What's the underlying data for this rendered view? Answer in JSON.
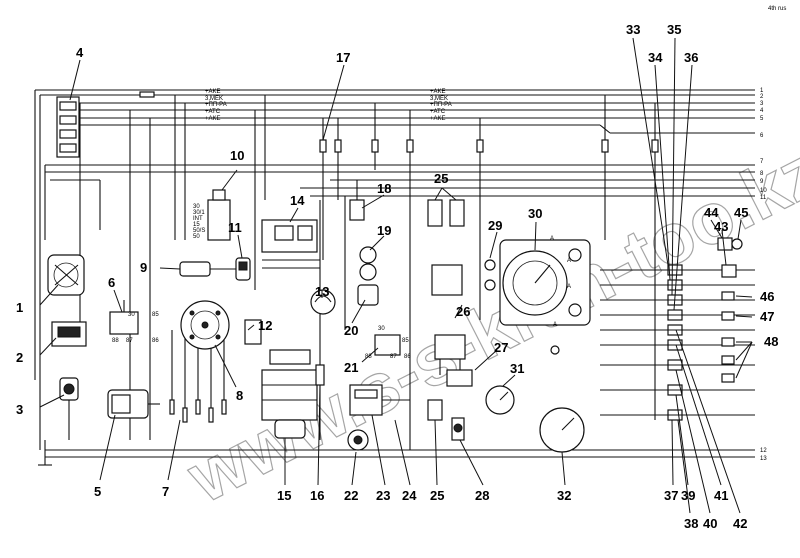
{
  "diagram": {
    "watermark": "www.s-s-kran-too.kz",
    "corner_mark": "4th rus",
    "bus_labels": [
      "1",
      "2",
      "3",
      "4",
      "5",
      "6",
      "7",
      "8",
      "9",
      "10",
      "11",
      "12",
      "13"
    ],
    "wire_labels_a": [
      "+AKE",
      "3,MEK",
      "+ПП-РА",
      "+АТС",
      "+AKE"
    ],
    "wire_labels_b": [
      "+AKE",
      "3,MEK",
      "+ПП-РА",
      "+АТС",
      "+AKE"
    ],
    "relay_6_pins": [
      "30",
      "85",
      "88",
      "87",
      "86"
    ],
    "relay_21_pins": [
      "30",
      "88",
      "87",
      "85",
      "86"
    ],
    "switch_10_pins": [
      "30",
      "30/1",
      "INT",
      "15",
      "50/S",
      "50"
    ],
    "gauge_letters": [
      "A",
      "A",
      "A",
      "A"
    ],
    "callouts": [
      "1",
      "2",
      "3",
      "4",
      "5",
      "6",
      "7",
      "8",
      "9",
      "10",
      "11",
      "12",
      "13",
      "14",
      "15",
      "16",
      "17",
      "18",
      "19",
      "20",
      "21",
      "22",
      "23",
      "24",
      "25",
      "26",
      "27",
      "28",
      "25",
      "29",
      "30",
      "31",
      "32",
      "33",
      "34",
      "35",
      "36",
      "37",
      "38",
      "39",
      "40",
      "41",
      "42",
      "43",
      "44",
      "45",
      "46",
      "47",
      "48"
    ]
  }
}
